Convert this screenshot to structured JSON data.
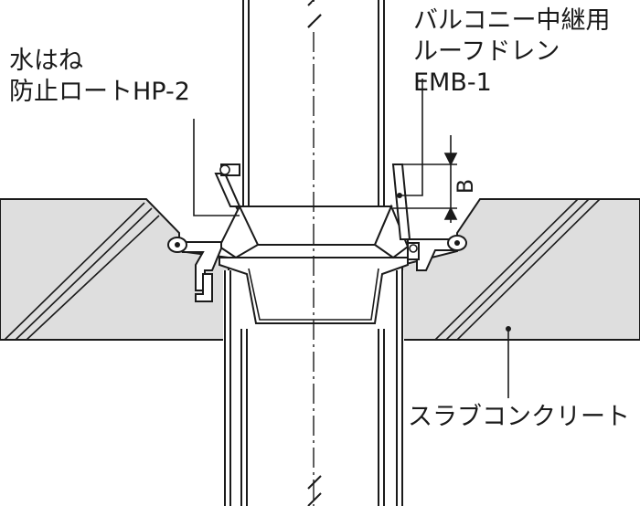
{
  "labels": {
    "guard_line1": "水はね",
    "guard_line2": "防止ロートHP-2",
    "drain_line1": "バルコニー中継用",
    "drain_line2": "ルーフドレン",
    "drain_line3": "EMB-1",
    "dimension": "B",
    "slab": "スラブコンクリート"
  },
  "colors": {
    "line": "#1a1a1a",
    "slab": "#dedede",
    "background": "#ffffff"
  }
}
